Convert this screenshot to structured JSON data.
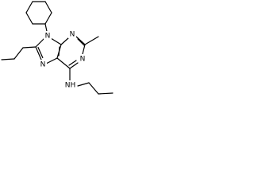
{
  "molecule": {
    "atoms": {
      "n9": "N",
      "n3": "N",
      "n1": "N",
      "n7": "N",
      "nh": "NH"
    },
    "colors": {
      "bond": "#000000",
      "text": "#000000",
      "background": "#ffffff"
    }
  }
}
